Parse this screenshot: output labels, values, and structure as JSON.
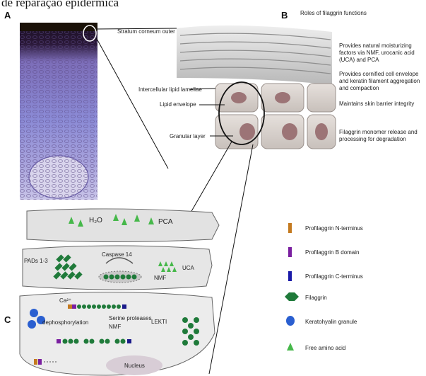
{
  "caption_fragment": "de reparação epidérmica",
  "panels": {
    "a": "A",
    "b": "B",
    "c": "C"
  },
  "panel_b_title": "Roles of filaggrin functions",
  "layer_labels": {
    "stratum_corneum": "Stratum corneum outer",
    "intercellular_lipid": "Intercellular lipid lamellae",
    "lipid_envelope": "Lipid envelope",
    "granular_layer": "Granular layer"
  },
  "function_notes": [
    "Provides natural moisturizing factors via NMF, urocanic acid (UCA) and PCA",
    "Provides cornified cell envelope and keratin filament aggregation and compaction",
    "Maintains skin barrier integrity",
    "Filaggrin monomer release and processing for degradation"
  ],
  "bottom": {
    "nmf": "NMF",
    "pca": "PCA",
    "h2o": "H₂O",
    "pads": "PADs 1-3",
    "calpain": "Caspase 14",
    "uca": "UCA",
    "lekti": "LEKTI",
    "nucleus": "Nucleus",
    "ca": "Ca²⁺",
    "dephos": "dephosphorylation",
    "serine": "Serine proteases",
    "nmf2": "NMF"
  },
  "legend": [
    {
      "label": "Profilaggrin N-terminus",
      "color": "#c47a20",
      "icon": "bar-icon"
    },
    {
      "label": "Profilaggrin B domain",
      "color": "#7a1fa0",
      "icon": "bar-icon"
    },
    {
      "label": "Profilaggrin C-terminus",
      "color": "#1a1aa8",
      "icon": "bar-icon"
    },
    {
      "label": "Filaggrin",
      "color": "#1f7a3a",
      "icon": "hexagon-icon"
    },
    {
      "label": "Keratohyalin granule",
      "color": "#2a5fd0",
      "icon": "blob-icon"
    },
    {
      "label": "Free amino acid",
      "color": "#46b84a",
      "icon": "triangle-icon"
    }
  ]
}
